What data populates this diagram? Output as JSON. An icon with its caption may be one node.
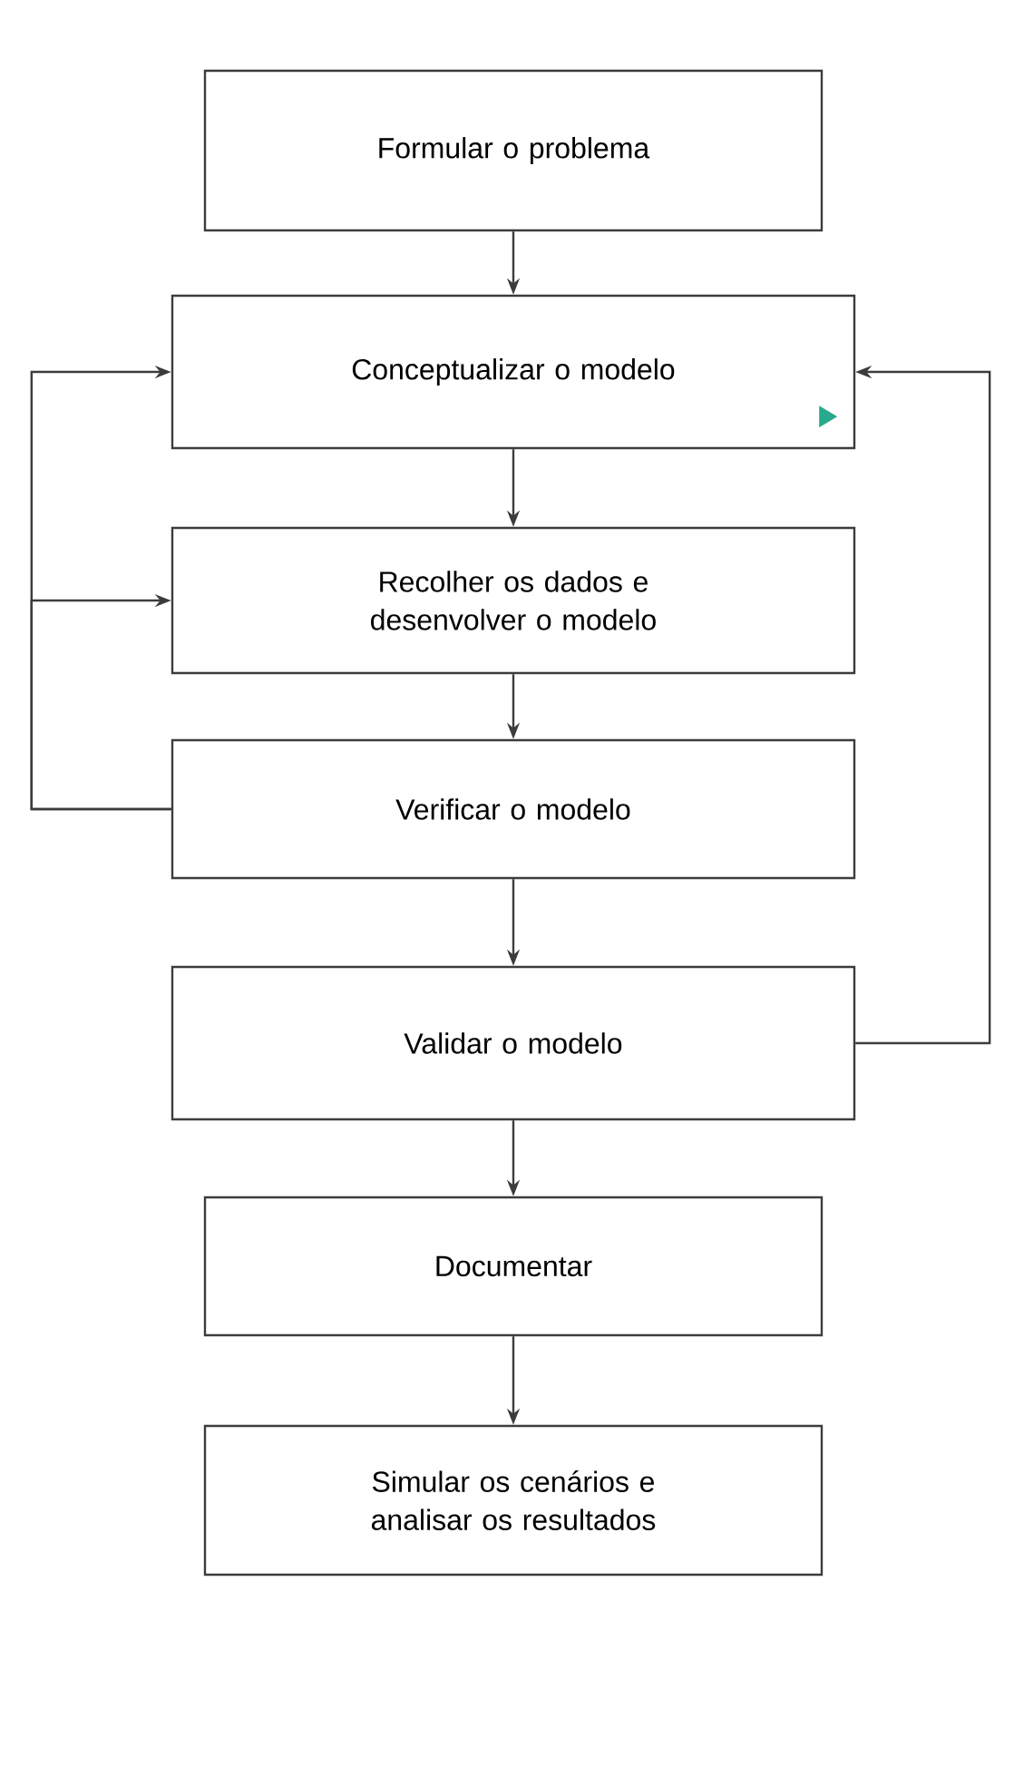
{
  "diagram": {
    "nodes": [
      {
        "text": [
          "Formular o problema"
        ]
      },
      {
        "text": [
          "Conceptualizar o modelo"
        ]
      },
      {
        "text": [
          "Recolher os dados e desenvolver o modelo"
        ]
      },
      {
        "text": [
          "Verificar o modelo"
        ]
      },
      {
        "text": [
          "Validar o modelo"
        ]
      },
      {
        "text": [
          "Documentar"
        ]
      },
      {
        "text": [
          "Simular os cenários e analisar os resultados"
        ]
      }
    ],
    "edges": [
      {
        "from": 0,
        "to": 1,
        "arrow": "to"
      },
      {
        "from": 1,
        "to": 2,
        "arrow": "to"
      },
      {
        "from": 2,
        "to": 3,
        "arrow": "to"
      },
      {
        "from": 3,
        "to": 4,
        "arrow": "to"
      },
      {
        "from": 4,
        "to": 5,
        "arrow": "to"
      },
      {
        "from": 5,
        "to": 6,
        "arrow": "to"
      },
      {
        "from": 3,
        "to": 1,
        "arrow": "to"
      },
      {
        "from": 3,
        "to": 2,
        "arrow": "to"
      },
      {
        "from": 4,
        "to": 1,
        "arrow": "to"
      }
    ]
  }
}
